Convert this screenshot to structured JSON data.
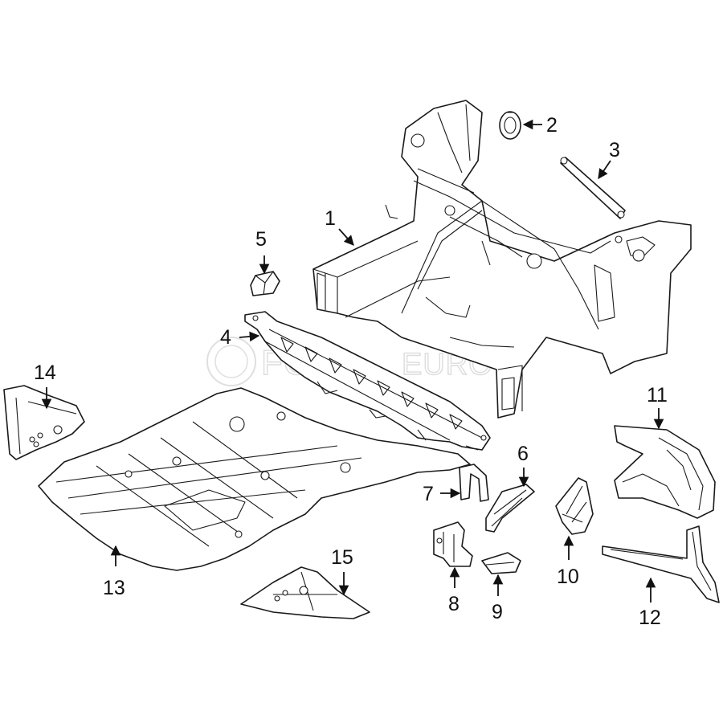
{
  "watermark": {
    "brand": "FCP",
    "suffix": "EURO"
  },
  "callouts": [
    {
      "id": "c1",
      "label": "1"
    },
    {
      "id": "c2",
      "label": "2"
    },
    {
      "id": "c3",
      "label": "3"
    },
    {
      "id": "c4",
      "label": "4"
    },
    {
      "id": "c5",
      "label": "5"
    },
    {
      "id": "c6",
      "label": "6"
    },
    {
      "id": "c7",
      "label": "7"
    },
    {
      "id": "c8",
      "label": "8"
    },
    {
      "id": "c9",
      "label": "9"
    },
    {
      "id": "c10",
      "label": "10"
    },
    {
      "id": "c11",
      "label": "11"
    },
    {
      "id": "c12",
      "label": "12"
    },
    {
      "id": "c13",
      "label": "13"
    },
    {
      "id": "c14",
      "label": "14"
    },
    {
      "id": "c15",
      "label": "15"
    }
  ],
  "icons": {
    "arrowhead": "arrow-icon"
  }
}
